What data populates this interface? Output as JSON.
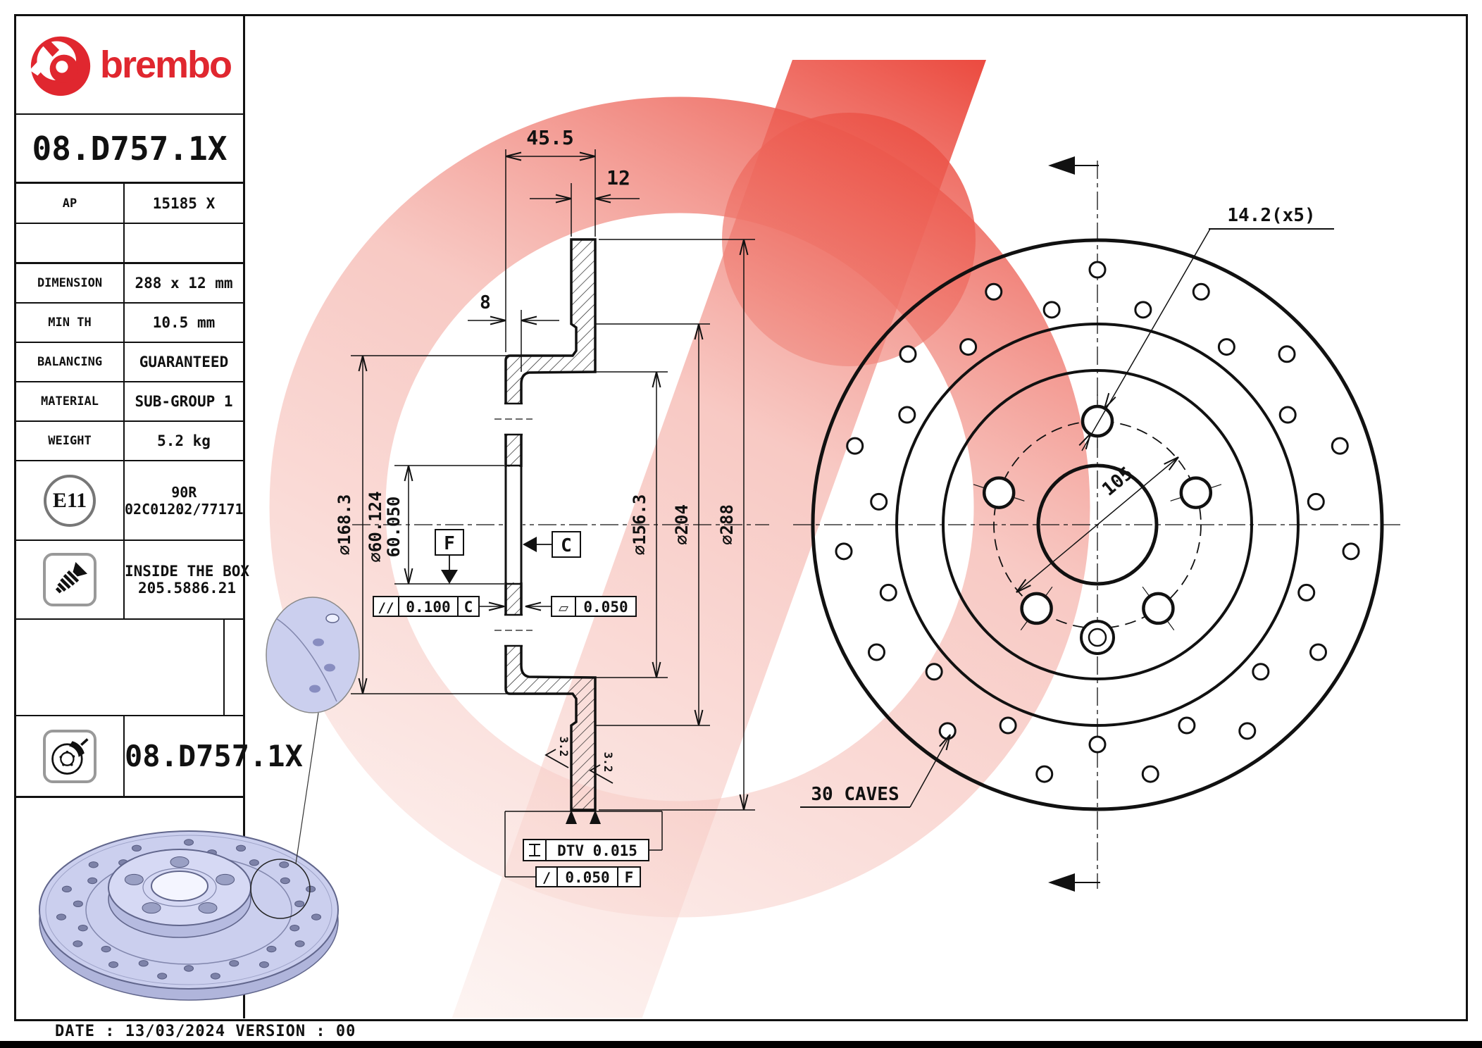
{
  "brand": {
    "logo_text": "brembo",
    "accent_red": "#e0272f"
  },
  "title_block": {
    "part_number": "08.D757.1X",
    "rows": [
      {
        "label": "AP",
        "value": "15185 X"
      },
      {
        "label": "",
        "value": ""
      },
      {
        "label": "DIMENSION",
        "value": "288 x 12 mm"
      },
      {
        "label": "MIN TH",
        "value": "10.5 mm"
      },
      {
        "label": "BALANCING",
        "value": "GUARANTEED"
      },
      {
        "label": "MATERIAL",
        "value": "SUB-GROUP 1"
      },
      {
        "label": "WEIGHT",
        "value": "5.2 kg"
      }
    ],
    "homologation": {
      "badge": "E11",
      "line1": "90R",
      "line2": "02C01202/77171"
    },
    "box_content": {
      "line1": "INSIDE THE BOX",
      "line2": "205.5886.21"
    },
    "part_number_repeat": "08.D757.1X"
  },
  "section_view": {
    "dim_overall_width": "45.5",
    "dim_disc_thickness": "12",
    "dim_flange_thickness": "8",
    "dia_outer": "⌀288",
    "dia_band_inner": "⌀204",
    "dia_hub_face": "⌀156.3",
    "dia_bell": "⌀168.3",
    "dia_bore_line1": "⌀60.124",
    "dia_bore_line2": "60.050",
    "datum_f": "F",
    "datum_c": "C",
    "tol_parallel_sym": "//",
    "tol_parallel_val": "0.100",
    "tol_parallel_ref": "C",
    "tol_flat_sym": "▱",
    "tol_flat_val": "0.050",
    "tol_dtv_label": "DTV 0.015",
    "tol_runout_sym": "∕",
    "tol_runout_val": "0.050",
    "tol_runout_ref": "F",
    "surface_finish": "3.2"
  },
  "front_view": {
    "bolt_holes_label": "14.2(x5)",
    "pcd_label": "105",
    "caves_label": "30 CAVES"
  },
  "footer": {
    "date_line": "DATE : 13/03/2024 VERSION : 00"
  }
}
